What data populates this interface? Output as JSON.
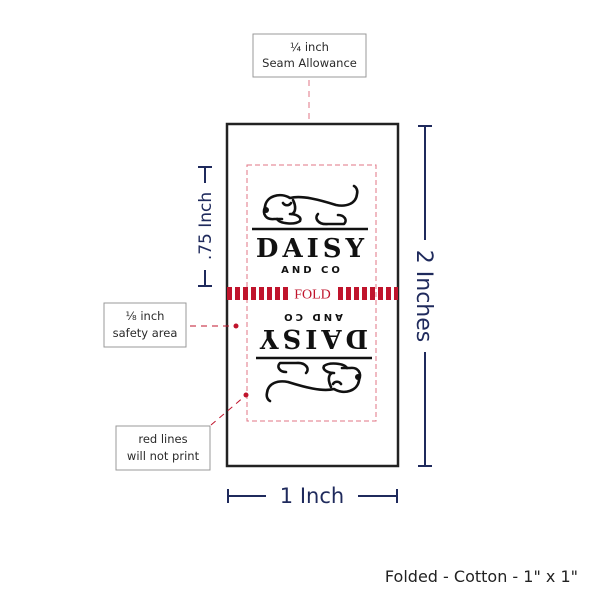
{
  "callouts": {
    "seam_allowance": {
      "line1": "¼ inch",
      "line2": "Seam Allowance"
    },
    "safety_area": {
      "line1": "⅛ inch",
      "line2": "safety area"
    },
    "red_lines": {
      "line1": "red lines",
      "line2": "will not print"
    }
  },
  "label": {
    "fold_text": "FOLD",
    "logo": {
      "name": "DAISY",
      "subtitle": "AND CO"
    }
  },
  "dimensions": {
    "height_fold": ".75 Inch",
    "height_total": "2 Inches",
    "width": "1 Inch"
  },
  "caption": "Folded - Cotton - 1\" x 1\"",
  "colors": {
    "navy": "#1f2a5c",
    "red": "#c0142c",
    "pink": "#e07585",
    "outline": "#222222"
  }
}
